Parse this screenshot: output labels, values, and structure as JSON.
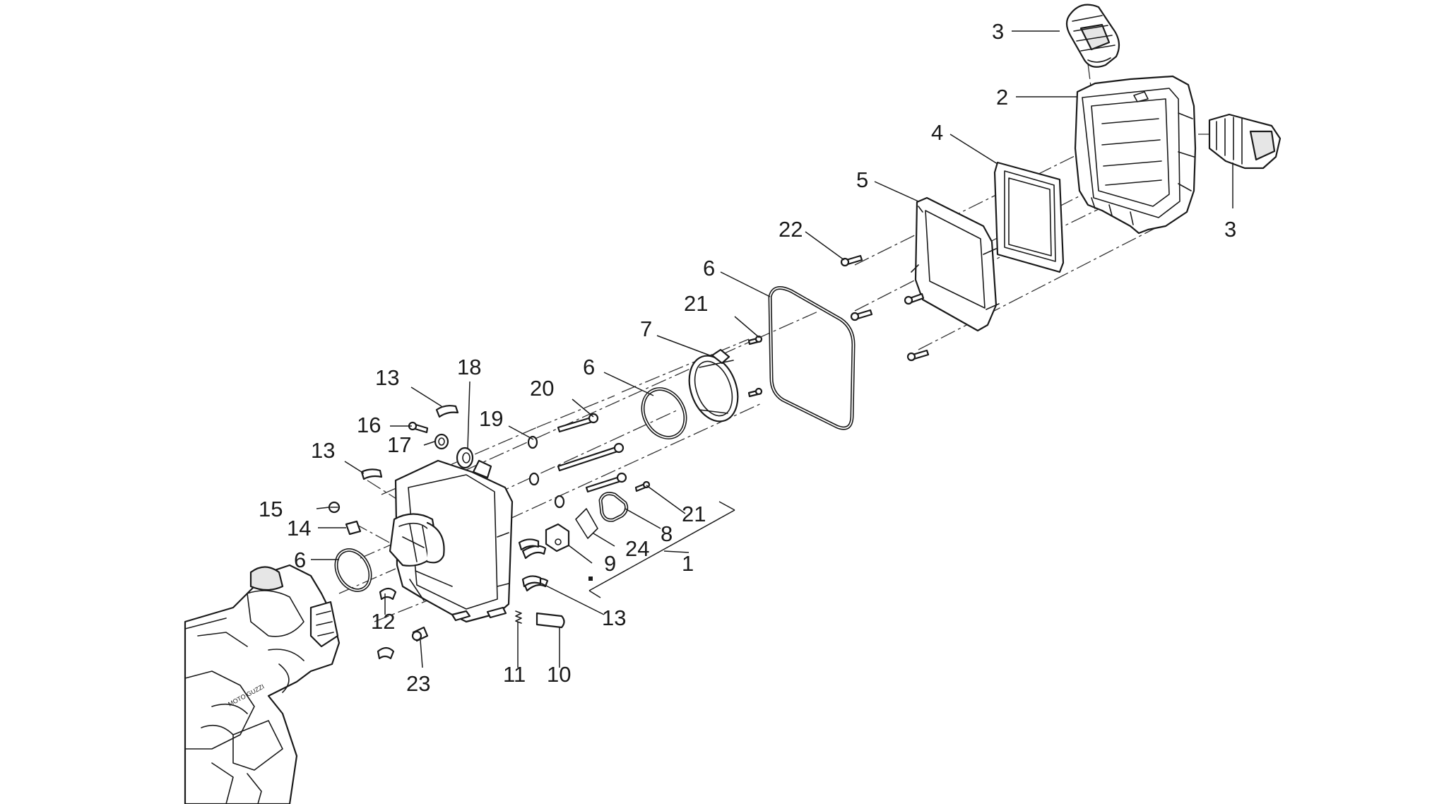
{
  "diagram": {
    "callouts": [
      {
        "id": "c-3-top",
        "label": "3"
      },
      {
        "id": "c-2",
        "label": "2"
      },
      {
        "id": "c-4",
        "label": "4"
      },
      {
        "id": "c-3-right",
        "label": "3"
      },
      {
        "id": "c-5",
        "label": "5"
      },
      {
        "id": "c-22",
        "label": "22"
      },
      {
        "id": "c-6-top",
        "label": "6"
      },
      {
        "id": "c-21-top",
        "label": "21"
      },
      {
        "id": "c-7",
        "label": "7"
      },
      {
        "id": "c-6-mid",
        "label": "6"
      },
      {
        "id": "c-20",
        "label": "20"
      },
      {
        "id": "c-18",
        "label": "18"
      },
      {
        "id": "c-13-top",
        "label": "13"
      },
      {
        "id": "c-16",
        "label": "16"
      },
      {
        "id": "c-19",
        "label": "19"
      },
      {
        "id": "c-17",
        "label": "17"
      },
      {
        "id": "c-13-left",
        "label": "13"
      },
      {
        "id": "c-21-bottom",
        "label": "21"
      },
      {
        "id": "c-8",
        "label": "8"
      },
      {
        "id": "c-15",
        "label": "15"
      },
      {
        "id": "c-24",
        "label": "24"
      },
      {
        "id": "c-14",
        "label": "14"
      },
      {
        "id": "c-9",
        "label": "9"
      },
      {
        "id": "c-1",
        "label": "1"
      },
      {
        "id": "c-6-low",
        "label": "6"
      },
      {
        "id": "c-13-bottom",
        "label": "13"
      },
      {
        "id": "c-12",
        "label": "12"
      },
      {
        "id": "c-11",
        "label": "11"
      },
      {
        "id": "c-10",
        "label": "10"
      },
      {
        "id": "c-23",
        "label": "23"
      }
    ],
    "engine_logo_text": "MOTO GUZZI"
  }
}
